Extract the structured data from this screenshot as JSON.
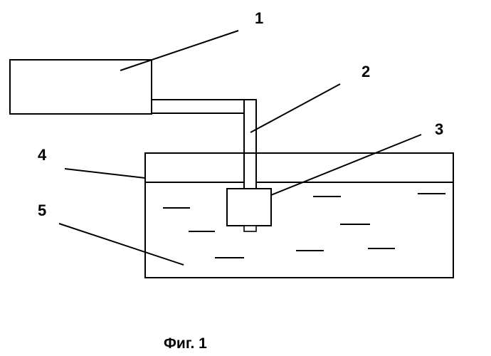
{
  "labels": {
    "l1": "1",
    "l2": "2",
    "l3": "3",
    "l4": "4",
    "l5": "5"
  },
  "caption": "Фиг. 1"
}
